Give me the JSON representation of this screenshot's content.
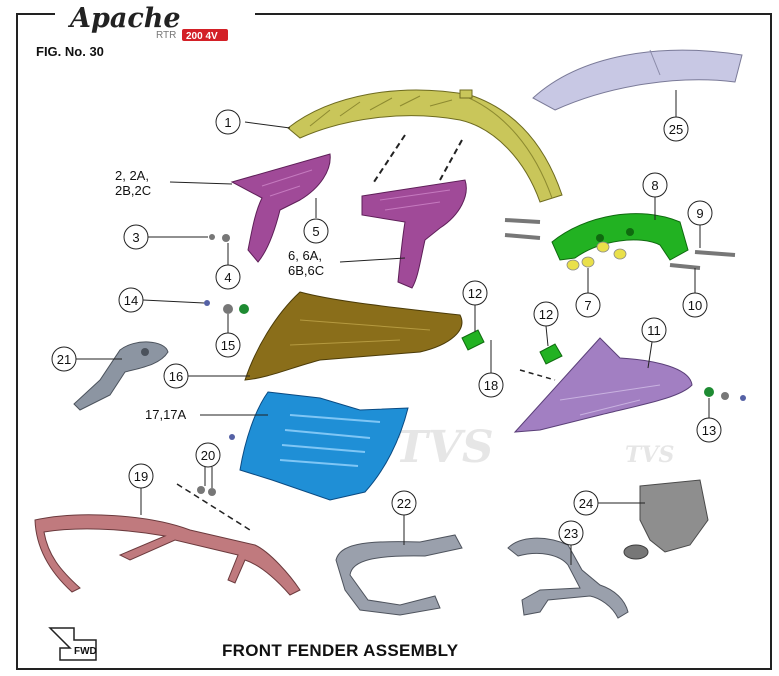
{
  "header": {
    "logo_text": "Apache",
    "logo_sub": "RTR",
    "logo_model": "200 4V",
    "fig_label": "FIG. No. 30"
  },
  "footer": {
    "title": "FRONT FENDER ASSEMBLY",
    "fwd_label": "FWD"
  },
  "watermarks": [
    "TVS",
    "TVS"
  ],
  "callouts": [
    {
      "id": "c1",
      "label": "1",
      "part": "front-fender"
    },
    {
      "id": "c2",
      "label_lines": [
        "2, 2A,",
        "2B,2C"
      ],
      "part": "fender-side-panel-left"
    },
    {
      "id": "c3",
      "label": "3",
      "part": "screw"
    },
    {
      "id": "c4",
      "label": "4",
      "part": "washer"
    },
    {
      "id": "c5",
      "label": "5",
      "part": "bolt"
    },
    {
      "id": "c6",
      "label_lines": [
        "6, 6A,",
        "6B,6C"
      ],
      "part": "fender-side-panel-right"
    },
    {
      "id": "c7",
      "label": "7",
      "part": "grommet"
    },
    {
      "id": "c8",
      "label": "8",
      "part": "fender-bracket"
    },
    {
      "id": "c9",
      "label": "9",
      "part": "washer"
    },
    {
      "id": "c10",
      "label": "10",
      "part": "bolt"
    },
    {
      "id": "c11",
      "label": "11",
      "part": "side-cover-right"
    },
    {
      "id": "c12a",
      "label": "12",
      "part": "clip"
    },
    {
      "id": "c12b",
      "label": "12",
      "part": "clip"
    },
    {
      "id": "c13",
      "label": "13",
      "part": "nut"
    },
    {
      "id": "c14",
      "label": "14",
      "part": "screw"
    },
    {
      "id": "c15",
      "label": "15",
      "part": "nut"
    },
    {
      "id": "c16",
      "label": "16",
      "part": "headlamp-cowl-inner"
    },
    {
      "id": "c17",
      "label": "17,17A",
      "part": "front-grille"
    },
    {
      "id": "c18",
      "label": "18",
      "part": "screw"
    },
    {
      "id": "c19",
      "label": "19",
      "part": "front-crash-guard"
    },
    {
      "id": "c20",
      "label": "20",
      "part": "screw-set"
    },
    {
      "id": "c21",
      "label": "21",
      "part": "side-bracket"
    },
    {
      "id": "c22",
      "label": "22",
      "part": "grab-rail-left"
    },
    {
      "id": "c23",
      "label": "23",
      "part": "grab-rail-right"
    },
    {
      "id": "c24",
      "label": "24",
      "part": "mounting-bracket"
    },
    {
      "id": "c25",
      "label": "25",
      "part": "fender-cover"
    }
  ],
  "colors": {
    "fender": "#c9c65a",
    "side_panel": "#a04a98",
    "bracket": "#22b222",
    "cowl": "#8a6e1a",
    "grille": "#1f8fd6",
    "side_cover": "#a27fc2",
    "crash_guard": "#c07a7e",
    "rail": "#9aa0ac",
    "mount": "#8e8e8e",
    "fender_cover": "#c8c8e4"
  }
}
